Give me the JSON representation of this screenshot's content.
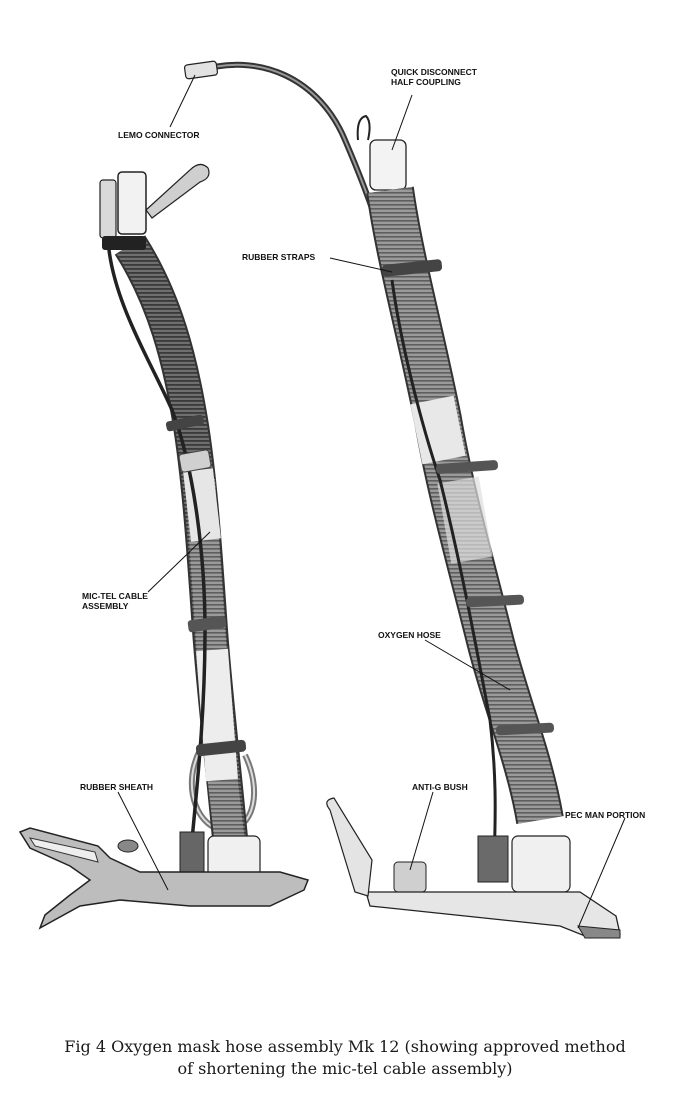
{
  "labels": {
    "lemo_connector": "LEMO CONNECTOR",
    "quick_disconnect_1": "QUICK DISCONNECT",
    "quick_disconnect_2": "HALF COUPLING",
    "rubber_straps": "RUBBER STRAPS",
    "mic_tel_1": "MIC-TEL CABLE",
    "mic_tel_2": "ASSEMBLY",
    "oxygen_hose": "OXYGEN HOSE",
    "rubber_sheath": "RUBBER SHEATH",
    "anti_g_bush": "ANTI-G BUSH",
    "pec_man_portion": "PEC MAN PORTION"
  },
  "caption": {
    "line1": "Fig 4   Oxygen mask hose assembly Mk 12 (showing approved method",
    "line2": "of shortening the mic-tel cable assembly)"
  }
}
